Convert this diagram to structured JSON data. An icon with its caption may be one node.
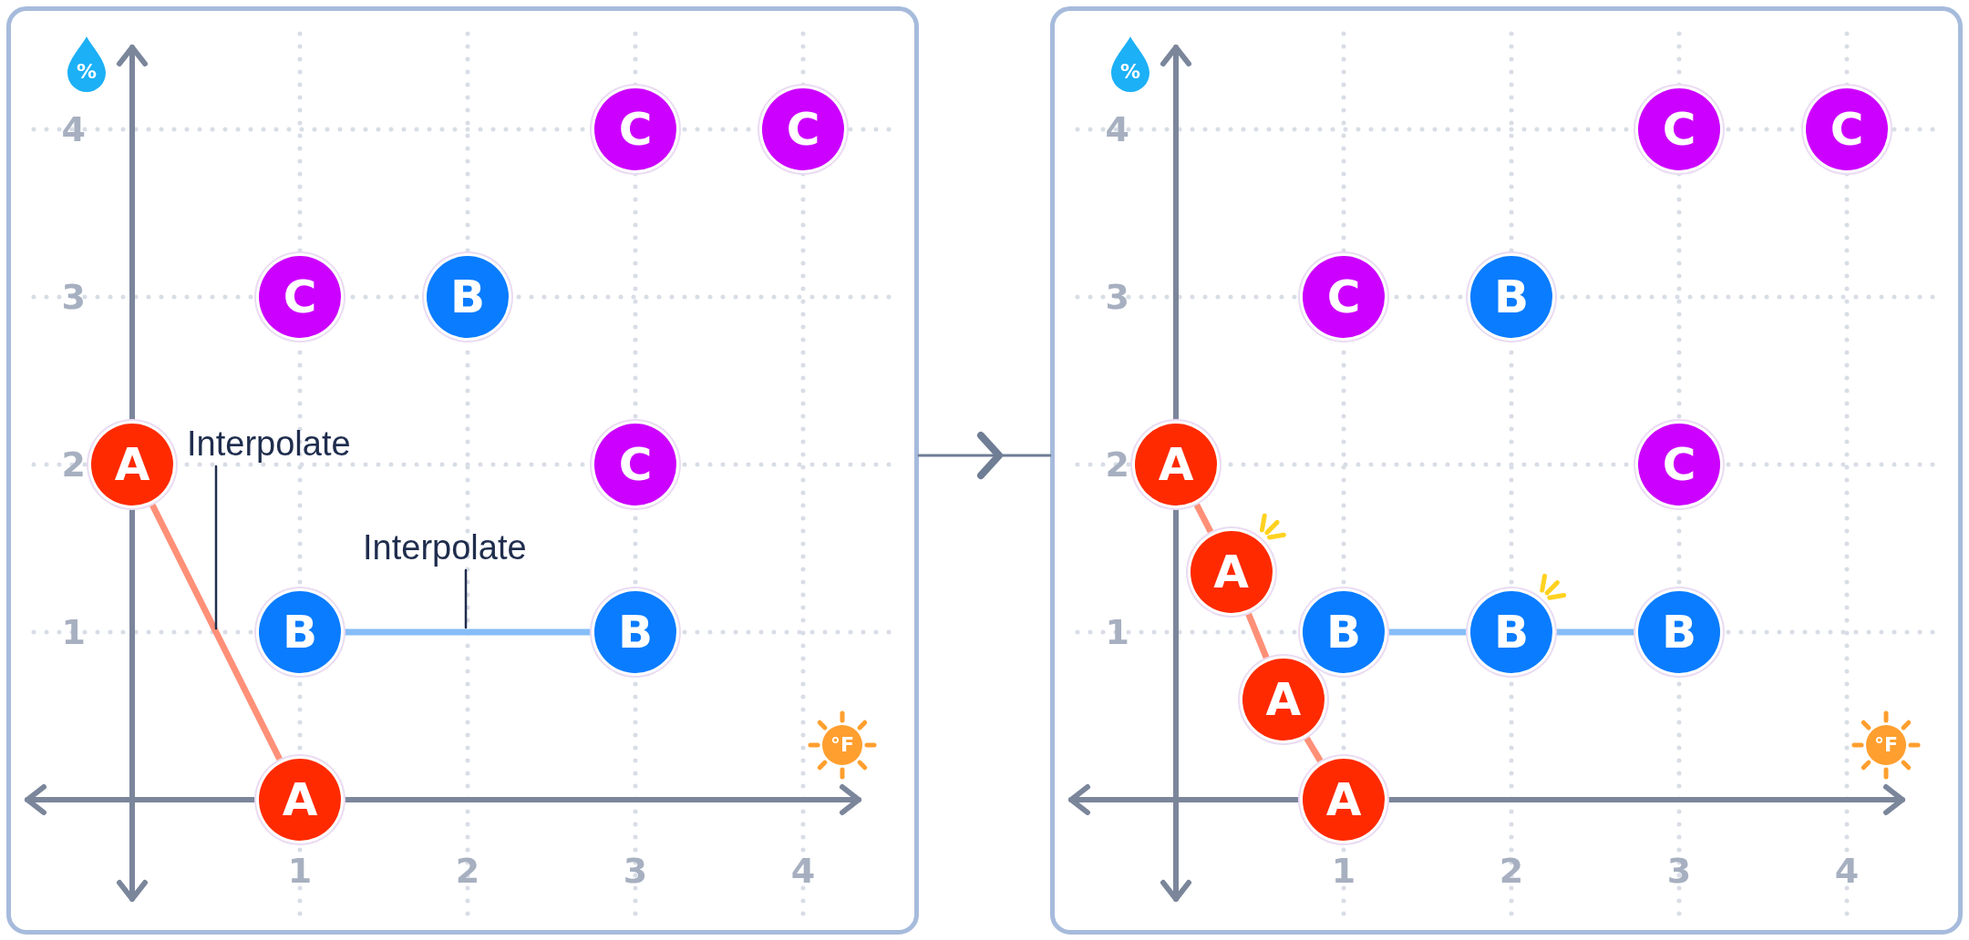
{
  "diagram": {
    "nodes": [
      {
        "text": [],
        "shape": "box"
      },
      {
        "text": [
          "C"
        ],
        "in": 0
      },
      {
        "text": [
          "C"
        ],
        "in": 0
      },
      {
        "text": [
          "C"
        ],
        "in": 0
      },
      {
        "text": [
          "B"
        ],
        "in": 0
      },
      {
        "text": [
          "A"
        ],
        "in": 0
      },
      {
        "text": [
          "Interpolate"
        ],
        "in": 0
      },
      {
        "text": [
          "C"
        ],
        "in": 0
      },
      {
        "text": [
          "Interpolate"
        ],
        "in": 0
      },
      {
        "text": [
          "B"
        ],
        "in": 0
      },
      {
        "text": [
          "B"
        ],
        "in": 0
      },
      {
        "text": [
          "A"
        ],
        "in": 0
      },
      {
        "text": [],
        "shape": "box"
      },
      {
        "text": [
          "C"
        ],
        "in": 12
      },
      {
        "text": [
          "C"
        ],
        "in": 12
      },
      {
        "text": [
          "C"
        ],
        "in": 12
      },
      {
        "text": [
          "B"
        ],
        "in": 12
      },
      {
        "text": [
          "A"
        ],
        "in": 12
      },
      {
        "text": [
          "C"
        ],
        "in": 12
      },
      {
        "text": [
          "A"
        ],
        "in": 12
      },
      {
        "text": [
          "B"
        ],
        "in": 12
      },
      {
        "text": [
          "B"
        ],
        "in": 12
      },
      {
        "text": [
          "B"
        ],
        "in": 12
      },
      {
        "text": [
          "A"
        ],
        "in": 12
      },
      {
        "text": [
          "A"
        ],
        "in": 12
      }
    ],
    "edges": [
      {
        "from": 5,
        "to": 11,
        "arrow": "none"
      },
      {
        "from": 9,
        "to": 10,
        "arrow": "none",
        "color": "#86bdf7"
      },
      {
        "from": 6,
        "to": null,
        "arrow": "none",
        "color": "#1f2d4d"
      },
      {
        "from": 8,
        "to": null,
        "arrow": "none",
        "color": "#1f2d4d"
      },
      {
        "from": 0,
        "to": 12,
        "arrow": "to",
        "color": "#6f7d95"
      },
      {
        "from": 17,
        "to": 19,
        "arrow": "none"
      },
      {
        "from": 19,
        "to": 23,
        "arrow": "none"
      },
      {
        "from": 23,
        "to": 24,
        "arrow": "none"
      },
      {
        "from": 20,
        "to": 21,
        "arrow": "none",
        "color": "#86bdf7"
      },
      {
        "from": 21,
        "to": 22,
        "arrow": "none",
        "color": "#86bdf7"
      }
    ],
    "labels": [
      "%",
      "4",
      "3",
      "2",
      "1",
      "°F",
      "1",
      "2",
      "3",
      "4",
      "%",
      "4",
      "3",
      "2",
      "1",
      "°F",
      "1",
      "2",
      "3",
      "4"
    ]
  }
}
